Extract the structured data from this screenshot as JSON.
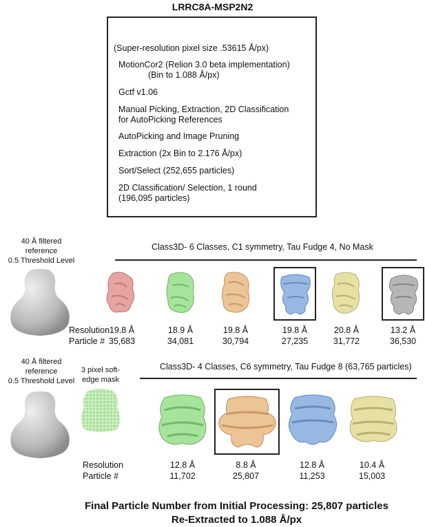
{
  "title": "LRRC8A-MSP2N2",
  "workflow_steps": [
    "(Super-resolution pixel size .53615 Å/px)",
    "MotionCor2 (Relion 3.0 beta implementation)",
    "(Bin to 1.088 Å/px)",
    "Gctf v1.06",
    "Manual Picking, Extraction, 2D Classification",
    "for AutoPicking References",
    "AutoPicking and Image Pruning",
    "Extraction (2x Bin to 2.176 Å/px)",
    "Sort/Select (252,655 particles)",
    "2D Classification/ Selection, 1 round",
    "(196,095 particles)"
  ],
  "round1": {
    "reference_label": [
      "40 Å filtered",
      "reference",
      "0.5 Threshold Level"
    ],
    "header": "Class3D- 6 Classes, C1 symmetry, Tau Fudge 4, No Mask",
    "row_labels": {
      "resolution": "Resolution",
      "particles": "Particle #"
    },
    "classes": [
      {
        "resolution": "19.8 Å",
        "particles": "35,683",
        "color": "#e8a3a3",
        "selected": false
      },
      {
        "resolution": "18.9 Å",
        "particles": "34,081",
        "color": "#a6e39b",
        "selected": false
      },
      {
        "resolution": "19.8 Å",
        "particles": "30,794",
        "color": "#edc496",
        "selected": false
      },
      {
        "resolution": "19.8 Å",
        "particles": "27,235",
        "color": "#97b9e4",
        "selected": true
      },
      {
        "resolution": "20.8 Å",
        "particles": "31,772",
        "color": "#e7e0a3",
        "selected": false
      },
      {
        "resolution": "13.2 Å",
        "particles": "36,530",
        "color": "#b6b6b6",
        "selected": true
      }
    ]
  },
  "round2": {
    "reference_label": [
      "40 Å filtered",
      "reference",
      "0.5 Threshold Level"
    ],
    "mask_label": [
      "3 pixel soft-",
      "edge mask"
    ],
    "header": "Class3D- 4 Classes, C6 symmetry, Tau Fudge 8 (63,765 particles)",
    "row_labels": {
      "resolution": "Resolution",
      "particles": "Particle #"
    },
    "classes": [
      {
        "resolution": "12.8 Å",
        "particles": "11,702",
        "color": "#a6e39b",
        "selected": false
      },
      {
        "resolution": "8.8 Å",
        "particles": "25,807",
        "color": "#edc496",
        "selected": true
      },
      {
        "resolution": "12.8 Å",
        "particles": "11,253",
        "color": "#97b9e4",
        "selected": false
      },
      {
        "resolution": "10.4 Å",
        "particles": "15,003",
        "color": "#e7e0a3",
        "selected": false
      }
    ]
  },
  "final": {
    "line1": "Final Particle Number from Initial Processing:  25,807 particles",
    "line2": "Re-Extracted to 1.088 Å/px"
  },
  "colors": {
    "reference": "#c8c8c8",
    "mask": "#c9eebd",
    "frame": "#222222"
  }
}
